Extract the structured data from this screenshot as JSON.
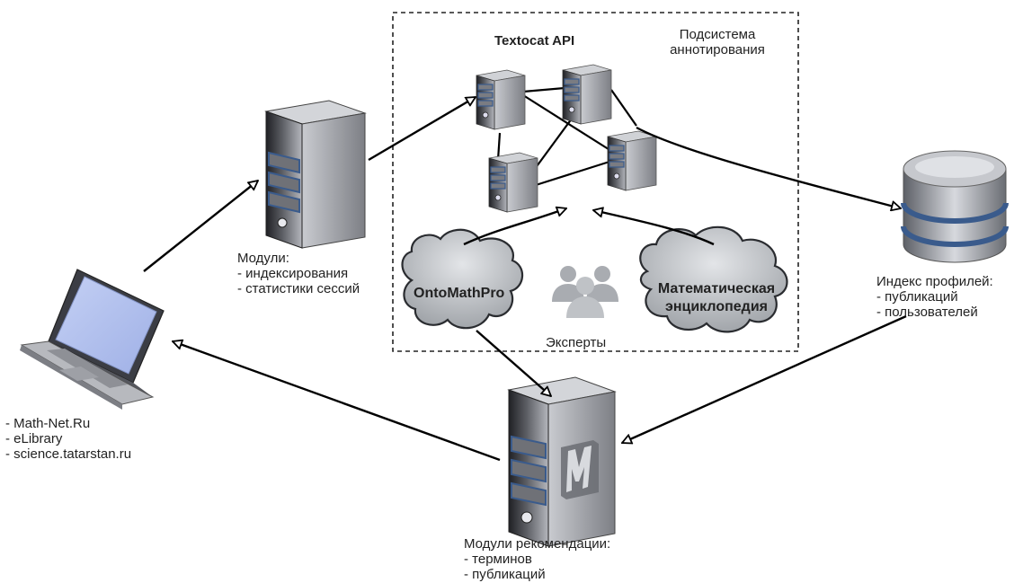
{
  "annotation_subsystem": {
    "api_title": "Textocat API",
    "title_line1": "Подсистема",
    "title_line2": "аннотирования",
    "cloud_left": "OntoMathPro",
    "cloud_right_line1": "Математическая",
    "cloud_right_line2": "энциклопедия",
    "experts": "Эксперты"
  },
  "indexing_modules": {
    "title": "Модули:",
    "items": [
      "- индексирования",
      "- статистики сессий"
    ]
  },
  "profile_index": {
    "title": "Индекс профилей:",
    "items": [
      "- публикаций",
      "- пользователей"
    ]
  },
  "sources": {
    "items": [
      "- Math-Net.Ru",
      "- eLibrary",
      "- science.tatarstan.ru"
    ]
  },
  "recommendation_modules": {
    "title": "Модули рекомендации:",
    "items": [
      "- терминов",
      "- публикаций"
    ]
  },
  "colors": {
    "server_dark": "#2e2f33",
    "server_light": "#9a9ca3",
    "accent_blue": "#3a5b8c",
    "laptop_screen": "#b6c4ee",
    "cloud_fill": "#b7babe",
    "arrow": "#000000"
  }
}
